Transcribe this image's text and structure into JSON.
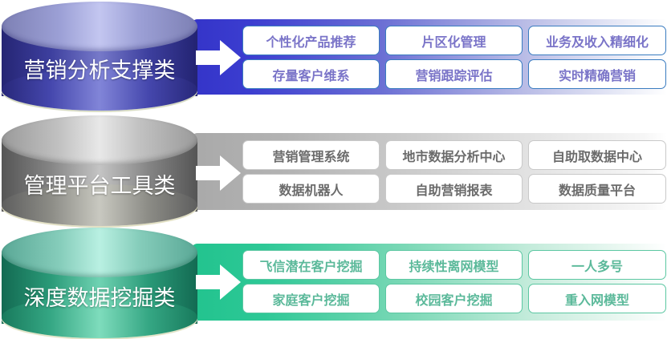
{
  "categories": [
    {
      "label": "营销分析支撑类",
      "theme_color": "#3434c8",
      "items": [
        "个性化产品推荐",
        "片区化管理",
        "业务及收入精细化",
        "存量客户维系",
        "营销跟踪评估",
        "实时精确营销"
      ]
    },
    {
      "label": "管理平台工具类",
      "theme_color": "#a9a9a9",
      "items": [
        "营销管理系统",
        "地市数据分析中心",
        "自助取数据中心",
        "数据机器人",
        "自助营销报表",
        "数据质量平台"
      ]
    },
    {
      "label": "深度数据挖掘类",
      "theme_color": "#22c38e",
      "items": [
        "飞信潜在客户挖掘",
        "持续性离网模型",
        "一人多号",
        "家庭客户挖掘",
        "校园客户挖掘",
        "重入网模型"
      ]
    }
  ],
  "icons": {
    "arrow": "right-arrow-icon",
    "cylinder": "database-cylinder-icon"
  }
}
